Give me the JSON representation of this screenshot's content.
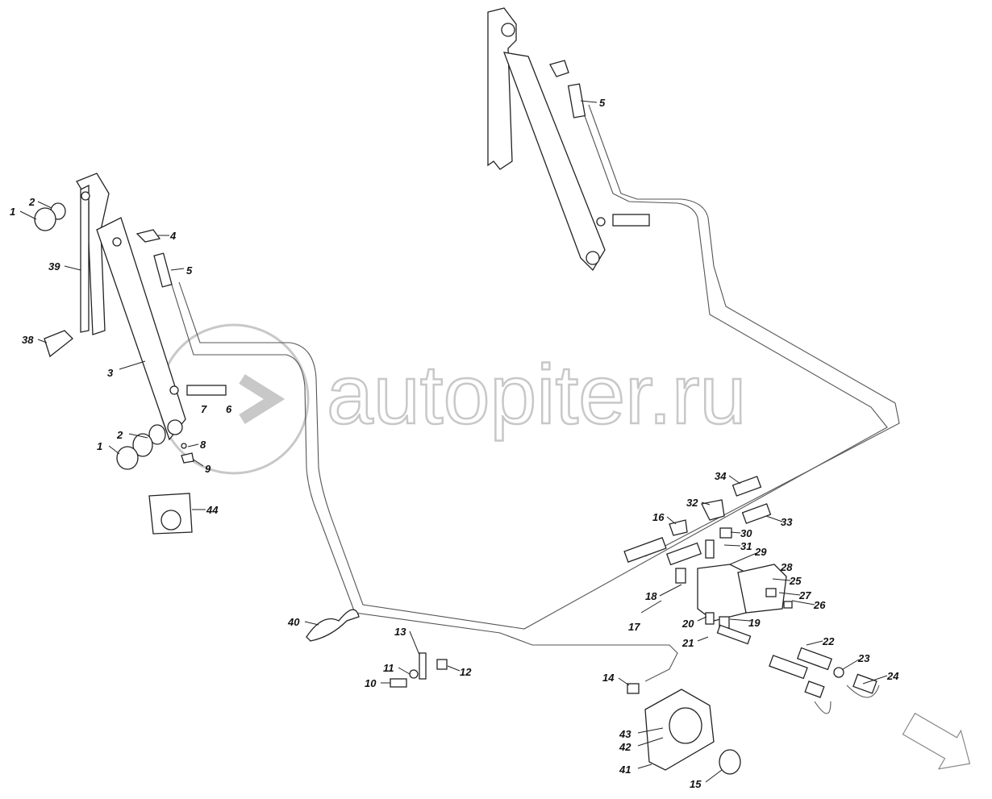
{
  "watermark": "autopiter.ru",
  "callouts": [
    "1",
    "2",
    "39",
    "38",
    "3",
    "4",
    "5",
    "7",
    "6",
    "2",
    "1",
    "8",
    "9",
    "44",
    "5",
    "40",
    "13",
    "11",
    "12",
    "10",
    "34",
    "32",
    "16",
    "33",
    "30",
    "31",
    "29",
    "28",
    "25",
    "27",
    "26",
    "18",
    "17",
    "20",
    "19",
    "21",
    "22",
    "23",
    "24",
    "14",
    "43",
    "42",
    "41",
    "15"
  ]
}
